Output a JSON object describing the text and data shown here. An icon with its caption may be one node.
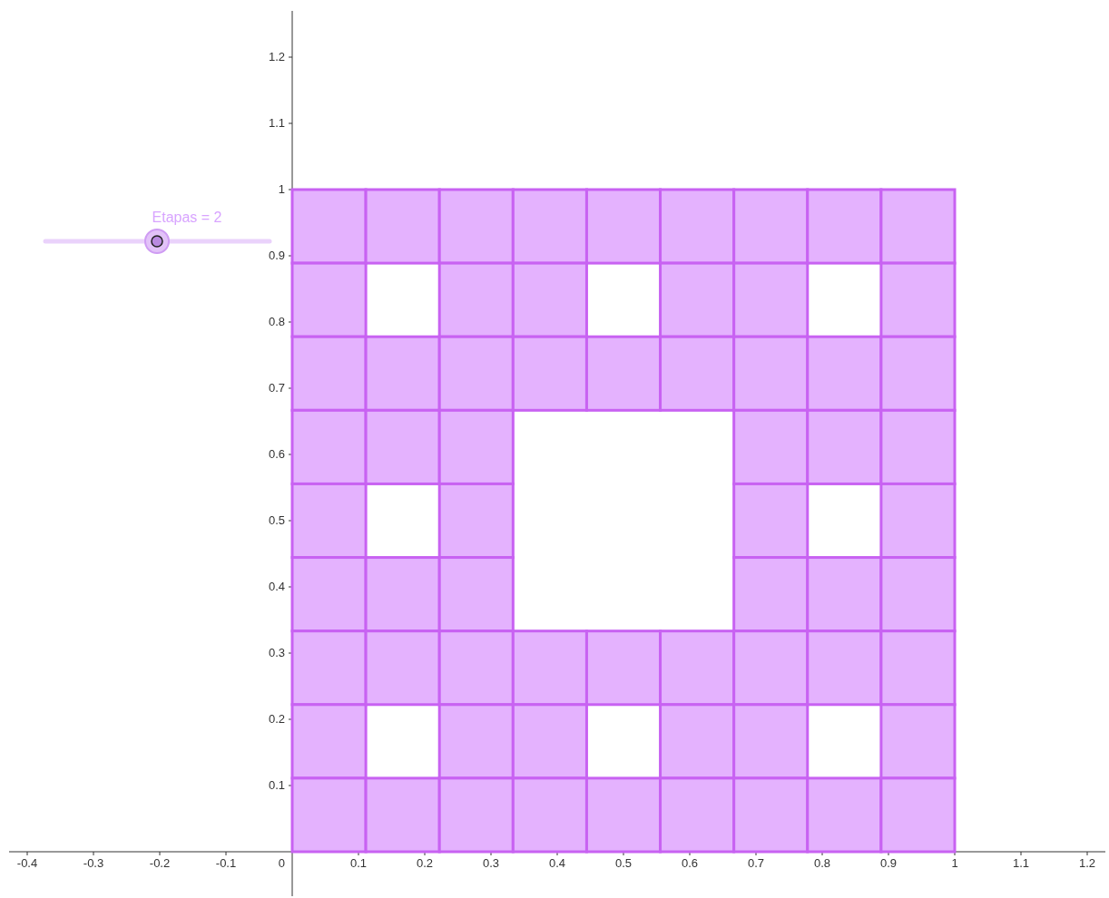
{
  "diagram": {
    "labels": [
      "1.2",
      "1.1",
      "1",
      "Etapas = 2",
      "0.9",
      "0.8",
      "0.7",
      "0.6",
      "0.5",
      "0.4",
      "0.3",
      "0.2",
      "0.1",
      "-0.4",
      "-0.3",
      "-0.2",
      "-0.1",
      "0",
      "0.1",
      "0.2",
      "0.3",
      "0.4",
      "0.5",
      "0.6",
      "0.7",
      "0.8",
      "0.9",
      "1",
      "1.1",
      "1.2"
    ]
  }
}
